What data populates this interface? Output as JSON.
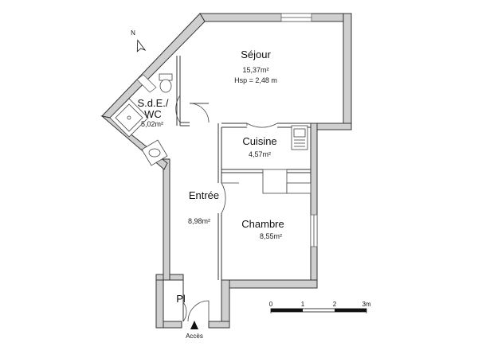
{
  "plan": {
    "rooms": [
      {
        "id": "sejour",
        "name": "Séjour",
        "area": "15,37m²",
        "extra": "Hsp = 2,48 m"
      },
      {
        "id": "cuisine",
        "name": "Cuisine",
        "area": "4,57m²"
      },
      {
        "id": "sde",
        "name_line1": "S.d.E./",
        "name_line2": "WC",
        "area": "5,02m²"
      },
      {
        "id": "entree",
        "name": "Entrée",
        "area": "8,98m²"
      },
      {
        "id": "chambre",
        "name": "Chambre",
        "area": "8,55m²"
      }
    ],
    "placard_label": "Pl",
    "access_label": "Accès",
    "north_label": "N",
    "scale": {
      "ticks": [
        "0",
        "1",
        "2",
        "3m"
      ]
    },
    "colors": {
      "wall_fill": "#cfcfcf",
      "wall_stroke": "#333333",
      "background": "#ffffff"
    }
  }
}
